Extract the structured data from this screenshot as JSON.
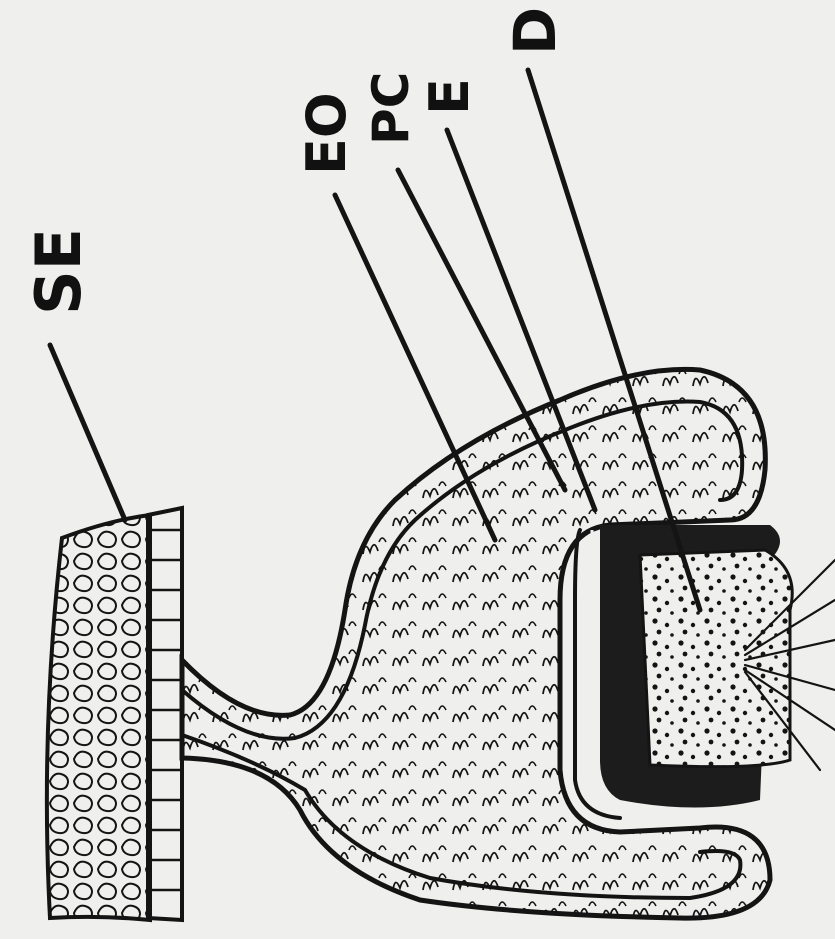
{
  "figure": {
    "labels": {
      "se": "SE",
      "eo": "EO",
      "pc": "PC",
      "e": "E",
      "d": "D"
    },
    "colors": {
      "paper": "#efefed",
      "ink": "#141414",
      "dark_fill": "#1c1c1c"
    }
  }
}
